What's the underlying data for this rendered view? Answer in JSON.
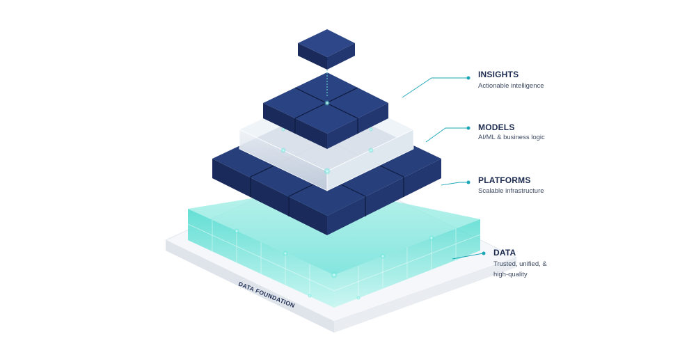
{
  "layers": [
    {
      "id": "insights",
      "title": "INSIGHTS",
      "subtitle": "Actionable intelligence"
    },
    {
      "id": "models",
      "title": "MODELS",
      "subtitle": "AI/ML & business logic"
    },
    {
      "id": "platforms",
      "title": "PLATFORMS",
      "subtitle": "Scalable infrastructure"
    },
    {
      "id": "data",
      "title": "DATA",
      "subtitle_lines": [
        "Trusted, unified, &",
        "high-quality"
      ]
    }
  ],
  "base_label": "DATA FOUNDATION",
  "colors": {
    "navy": "#22346a",
    "navy_dark": "#152350",
    "navy_side": "#1c2c5c",
    "teal": "#39d8cf",
    "teal_light": "#bff5ee",
    "glass": "#e8eef4",
    "base_top": "#f4f6f9",
    "base_side": "#dde2ea",
    "accent": "#1aa6b7"
  }
}
